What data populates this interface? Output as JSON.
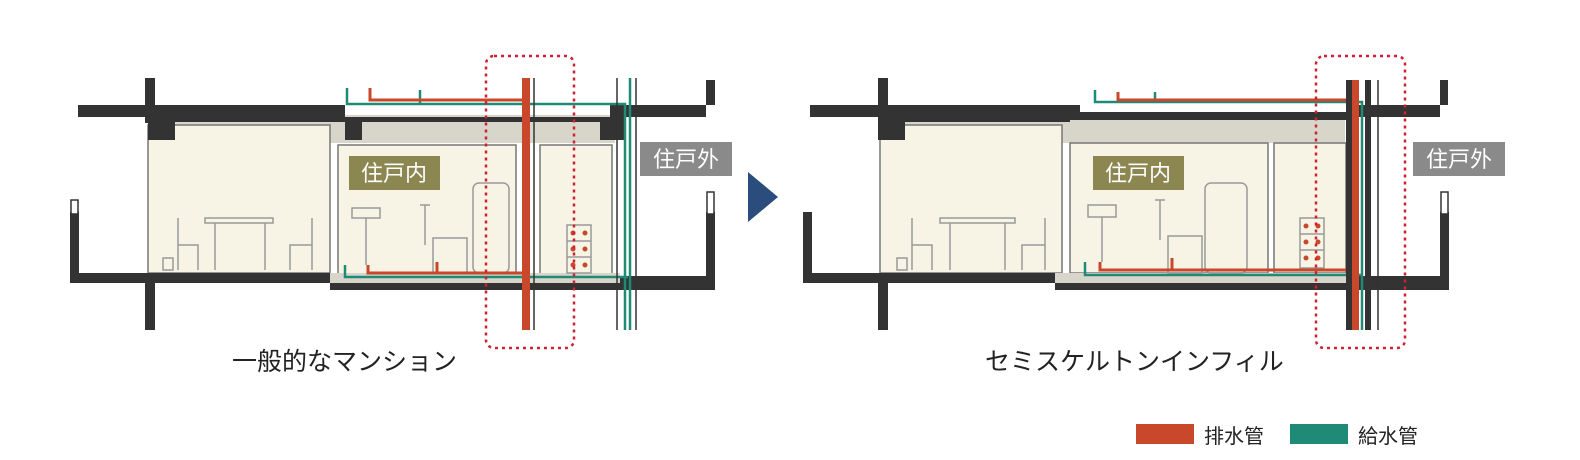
{
  "left_diagram": {
    "inside_label": "住戸内",
    "outside_label": "住戸外",
    "caption": "一般的なマンション"
  },
  "right_diagram": {
    "inside_label": "住戸内",
    "outside_label": "住戸外",
    "caption": "セミスケルトンインフィル"
  },
  "arrow": {
    "color": "#2b4d7e",
    "icon": "triangle-right-icon"
  },
  "legend": [
    {
      "label": "排水管",
      "color": "#c9472a"
    },
    {
      "label": "給水管",
      "color": "#1f8a76"
    }
  ],
  "colors": {
    "wall": "#333333",
    "room_fill": "#f7f4e6",
    "ceiling_space": "#d8d6ca",
    "highlight_box": "#cc2233"
  }
}
